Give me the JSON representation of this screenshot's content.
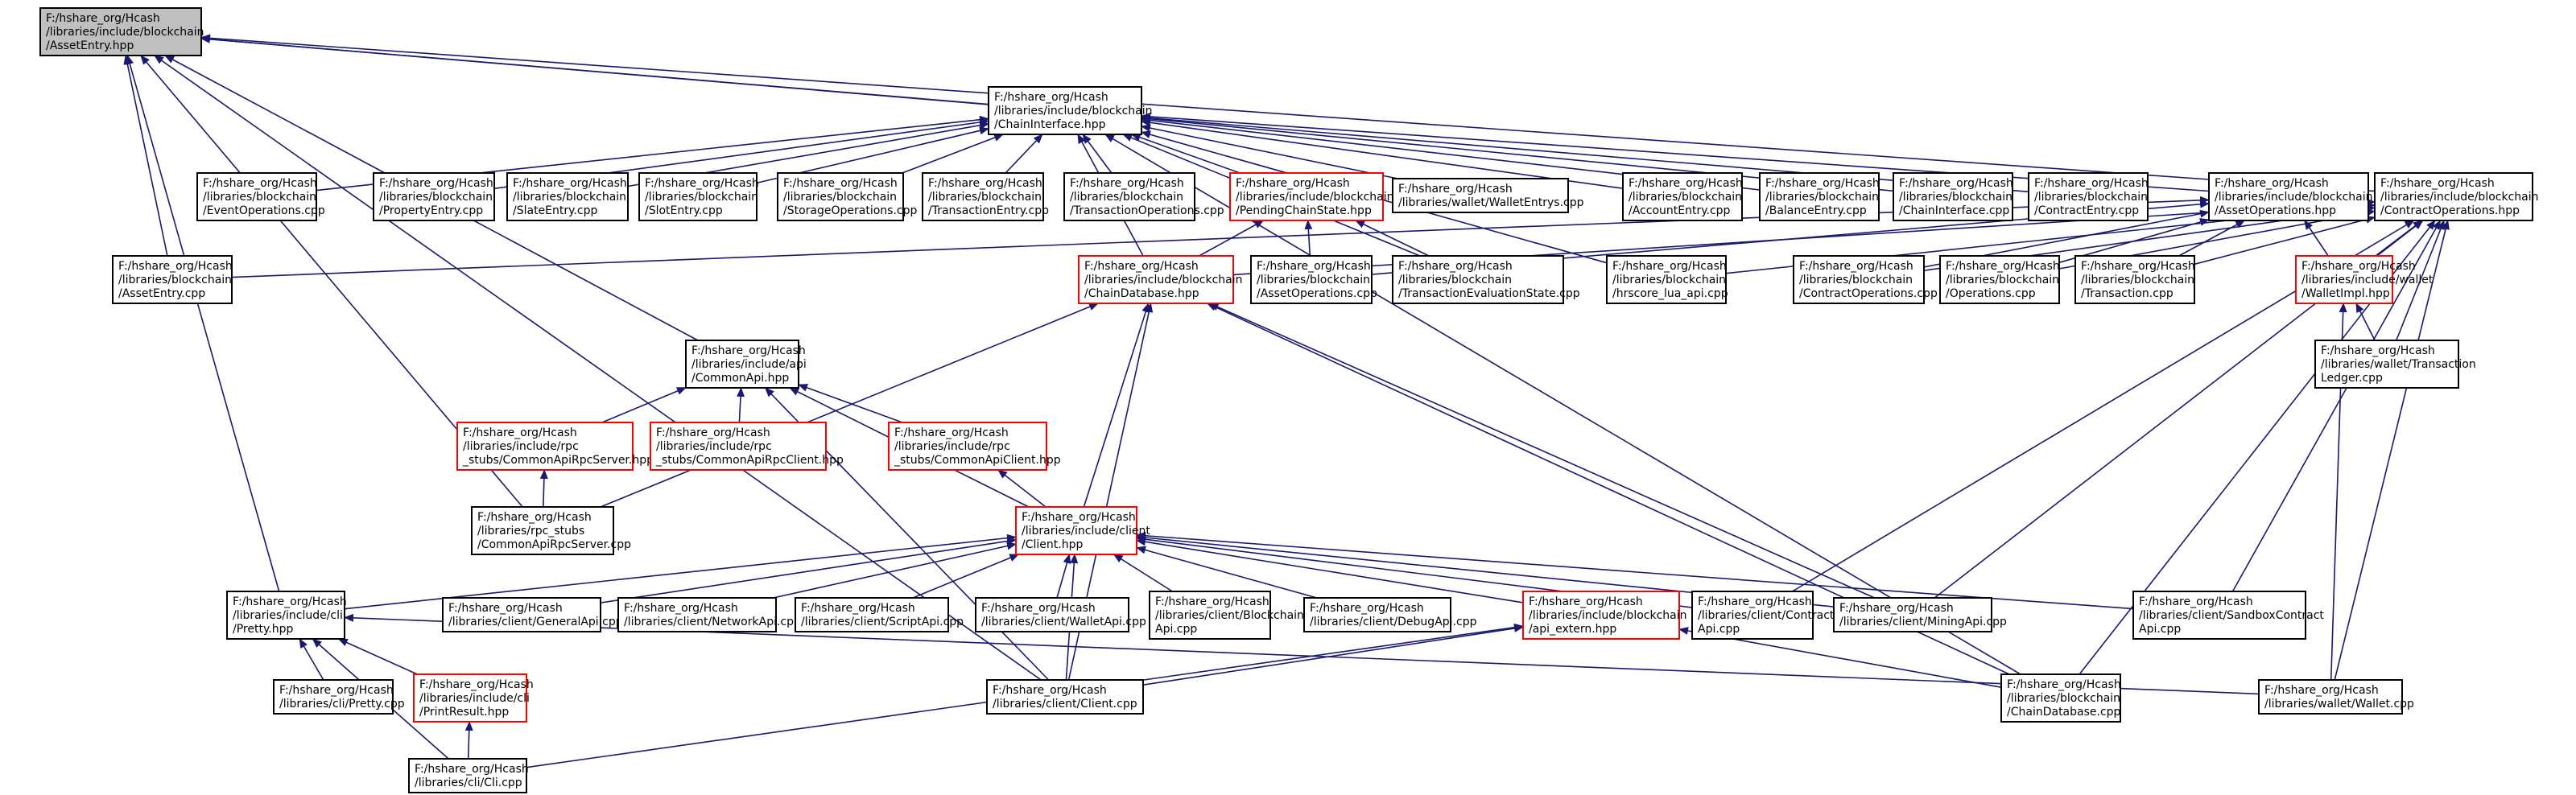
{
  "colors": {
    "edge": "#191970",
    "border_default": "#000000",
    "border_truncated": "#ff0000",
    "fill_default": "#ffffff",
    "fill_root": "#bfbfbf"
  },
  "graph": {
    "nodes": [
      {
        "id": "assetentry_hpp",
        "style": "root",
        "lines": [
          "F:/hshare_org/Hcash",
          "/libraries/include/blockchain",
          "/AssetEntry.hpp"
        ]
      },
      {
        "id": "chaininterface_hpp",
        "style": "normal",
        "lines": [
          "F:/hshare_org/Hcash",
          "/libraries/include/blockchain",
          "/ChainInterface.hpp"
        ]
      },
      {
        "id": "eventoperations_cpp",
        "style": "normal",
        "lines": [
          "F:/hshare_org/Hcash",
          "/libraries/blockchain",
          "/EventOperations.cpp"
        ]
      },
      {
        "id": "propertyentry_cpp",
        "style": "normal",
        "lines": [
          "F:/hshare_org/Hcash",
          "/libraries/blockchain",
          "/PropertyEntry.cpp"
        ]
      },
      {
        "id": "slateentry_cpp",
        "style": "normal",
        "lines": [
          "F:/hshare_org/Hcash",
          "/libraries/blockchain",
          "/SlateEntry.cpp"
        ]
      },
      {
        "id": "slotentry_cpp",
        "style": "normal",
        "lines": [
          "F:/hshare_org/Hcash",
          "/libraries/blockchain",
          "/SlotEntry.cpp"
        ]
      },
      {
        "id": "storageoperations_cpp",
        "style": "normal",
        "lines": [
          "F:/hshare_org/Hcash",
          "/libraries/blockchain",
          "/StorageOperations.cpp"
        ]
      },
      {
        "id": "transactionentry_cpp",
        "style": "normal",
        "lines": [
          "F:/hshare_org/Hcash",
          "/libraries/blockchain",
          "/TransactionEntry.cpp"
        ]
      },
      {
        "id": "transactionoperations_cpp",
        "style": "normal",
        "lines": [
          "F:/hshare_org/Hcash",
          "/libraries/blockchain",
          "/TransactionOperations.cpp"
        ]
      },
      {
        "id": "pendingchainstate_hpp",
        "style": "truncated",
        "lines": [
          "F:/hshare_org/Hcash",
          "/libraries/include/blockchain",
          "/PendingChainState.hpp"
        ]
      },
      {
        "id": "walletentrys_cpp",
        "style": "normal",
        "lines": [
          "F:/hshare_org/Hcash",
          "/libraries/wallet/WalletEntrys.cpp"
        ]
      },
      {
        "id": "accountentry_cpp",
        "style": "normal",
        "lines": [
          "F:/hshare_org/Hcash",
          "/libraries/blockchain",
          "/AccountEntry.cpp"
        ]
      },
      {
        "id": "balanceentry_cpp",
        "style": "normal",
        "lines": [
          "F:/hshare_org/Hcash",
          "/libraries/blockchain",
          "/BalanceEntry.cpp"
        ]
      },
      {
        "id": "chaininterface_cpp",
        "style": "normal",
        "lines": [
          "F:/hshare_org/Hcash",
          "/libraries/blockchain",
          "/ChainInterface.cpp"
        ]
      },
      {
        "id": "contractentry_cpp",
        "style": "normal",
        "lines": [
          "F:/hshare_org/Hcash",
          "/libraries/blockchain",
          "/ContractEntry.cpp"
        ]
      },
      {
        "id": "assetoperations_hpp",
        "style": "normal",
        "lines": [
          "F:/hshare_org/Hcash",
          "/libraries/include/blockchain",
          "/AssetOperations.hpp"
        ]
      },
      {
        "id": "contractoperations_hpp",
        "style": "normal",
        "lines": [
          "F:/hshare_org/Hcash",
          "/libraries/include/blockchain",
          "/ContractOperations.hpp"
        ]
      },
      {
        "id": "assetentry_cpp",
        "style": "normal",
        "lines": [
          "F:/hshare_org/Hcash",
          "/libraries/blockchain",
          "/AssetEntry.cpp"
        ]
      },
      {
        "id": "chaindatabase_hpp",
        "style": "truncated",
        "lines": [
          "F:/hshare_org/Hcash",
          "/libraries/include/blockchain",
          "/ChainDatabase.hpp"
        ]
      },
      {
        "id": "assetoperations_cpp",
        "style": "normal",
        "lines": [
          "F:/hshare_org/Hcash",
          "/libraries/blockchain",
          "/AssetOperations.cpp"
        ]
      },
      {
        "id": "transactionevaluationstate_cpp",
        "style": "normal",
        "lines": [
          "F:/hshare_org/Hcash",
          "/libraries/blockchain",
          "/TransactionEvaluationState.cpp"
        ]
      },
      {
        "id": "hrscore_lua_api_cpp",
        "style": "normal",
        "lines": [
          "F:/hshare_org/Hcash",
          "/libraries/blockchain",
          "/hrscore_lua_api.cpp"
        ]
      },
      {
        "id": "contractoperations_cpp",
        "style": "normal",
        "lines": [
          "F:/hshare_org/Hcash",
          "/libraries/blockchain",
          "/ContractOperations.cpp"
        ]
      },
      {
        "id": "operations_cpp",
        "style": "normal",
        "lines": [
          "F:/hshare_org/Hcash",
          "/libraries/blockchain",
          "/Operations.cpp"
        ]
      },
      {
        "id": "transaction_cpp",
        "style": "normal",
        "lines": [
          "F:/hshare_org/Hcash",
          "/libraries/blockchain",
          "/Transaction.cpp"
        ]
      },
      {
        "id": "walletimpl_hpp",
        "style": "truncated",
        "lines": [
          "F:/hshare_org/Hcash",
          "/libraries/include/wallet",
          "/WalletImpl.hpp"
        ]
      },
      {
        "id": "transactionledger_cpp",
        "style": "normal",
        "lines": [
          "F:/hshare_org/Hcash",
          "/libraries/wallet/Transaction",
          "Ledger.cpp"
        ]
      },
      {
        "id": "commonapi_hpp",
        "style": "normal",
        "lines": [
          "F:/hshare_org/Hcash",
          "/libraries/include/api",
          "/CommonApi.hpp"
        ]
      },
      {
        "id": "commonapirpcserver_hpp",
        "style": "truncated",
        "lines": [
          "F:/hshare_org/Hcash",
          "/libraries/include/rpc",
          "_stubs/CommonApiRpcServer.hpp"
        ]
      },
      {
        "id": "commonapirpcclient_hpp",
        "style": "truncated",
        "lines": [
          "F:/hshare_org/Hcash",
          "/libraries/include/rpc",
          "_stubs/CommonApiRpcClient.hpp"
        ]
      },
      {
        "id": "commonapiclient_hpp",
        "style": "truncated",
        "lines": [
          "F:/hshare_org/Hcash",
          "/libraries/include/rpc",
          "_stubs/CommonApiClient.hpp"
        ]
      },
      {
        "id": "commonapirpcserver_cpp",
        "style": "normal",
        "lines": [
          "F:/hshare_org/Hcash",
          "/libraries/rpc_stubs",
          "/CommonApiRpcServer.cpp"
        ]
      },
      {
        "id": "client_hpp",
        "style": "truncated",
        "lines": [
          "F:/hshare_org/Hcash",
          "/libraries/include/client",
          "/Client.hpp"
        ]
      },
      {
        "id": "pretty_hpp",
        "style": "normal",
        "lines": [
          "F:/hshare_org/Hcash",
          "/libraries/include/cli",
          "/Pretty.hpp"
        ]
      },
      {
        "id": "generalapi_cpp",
        "style": "normal",
        "lines": [
          "F:/hshare_org/Hcash",
          "/libraries/client/GeneralApi.cpp"
        ]
      },
      {
        "id": "networkapi_cpp",
        "style": "normal",
        "lines": [
          "F:/hshare_org/Hcash",
          "/libraries/client/NetworkApi.cpp"
        ]
      },
      {
        "id": "scriptapi_cpp",
        "style": "normal",
        "lines": [
          "F:/hshare_org/Hcash",
          "/libraries/client/ScriptApi.cpp"
        ]
      },
      {
        "id": "walletapi_cpp",
        "style": "normal",
        "lines": [
          "F:/hshare_org/Hcash",
          "/libraries/client/WalletApi.cpp"
        ]
      },
      {
        "id": "blockchainapi_cpp",
        "style": "normal",
        "lines": [
          "F:/hshare_org/Hcash",
          "/libraries/client/Blockchain",
          "Api.cpp"
        ]
      },
      {
        "id": "debugapi_cpp",
        "style": "normal",
        "lines": [
          "F:/hshare_org/Hcash",
          "/libraries/client/DebugApi.cpp"
        ]
      },
      {
        "id": "api_extern_hpp",
        "style": "truncated",
        "lines": [
          "F:/hshare_org/Hcash",
          "/libraries/include/blockchain",
          "/api_extern.hpp"
        ]
      },
      {
        "id": "contractapi_cpp",
        "style": "normal",
        "lines": [
          "F:/hshare_org/Hcash",
          "/libraries/client/Contract",
          "Api.cpp"
        ]
      },
      {
        "id": "miningapi_cpp",
        "style": "normal",
        "lines": [
          "F:/hshare_org/Hcash",
          "/libraries/client/MiningApi.cpp"
        ]
      },
      {
        "id": "sandboxcontractapi_cpp",
        "style": "normal",
        "lines": [
          "F:/hshare_org/Hcash",
          "/libraries/client/SandboxContract",
          "Api.cpp"
        ]
      },
      {
        "id": "pretty_cpp",
        "style": "normal",
        "lines": [
          "F:/hshare_org/Hcash",
          "/libraries/cli/Pretty.cpp"
        ]
      },
      {
        "id": "printresult_hpp",
        "style": "truncated",
        "lines": [
          "F:/hshare_org/Hcash",
          "/libraries/include/cli",
          "/PrintResult.hpp"
        ]
      },
      {
        "id": "client_cpp",
        "style": "normal",
        "lines": [
          "F:/hshare_org/Hcash",
          "/libraries/client/Client.cpp"
        ]
      },
      {
        "id": "chaindatabase_cpp",
        "style": "normal",
        "lines": [
          "F:/hshare_org/Hcash",
          "/libraries/blockchain",
          "/ChainDatabase.cpp"
        ]
      },
      {
        "id": "wallet_cpp",
        "style": "normal",
        "lines": [
          "F:/hshare_org/Hcash",
          "/libraries/wallet/Wallet.cpp"
        ]
      },
      {
        "id": "cli_cpp",
        "style": "normal",
        "lines": [
          "F:/hshare_org/Hcash",
          "/libraries/cli/Cli.cpp"
        ]
      }
    ],
    "edges": [
      [
        "chaininterface_hpp",
        "assetentry_hpp"
      ],
      [
        "assetentry_cpp",
        "assetentry_hpp"
      ],
      [
        "commonapi_hpp",
        "assetentry_hpp"
      ],
      [
        "commonapirpcserver_cpp",
        "assetentry_hpp"
      ],
      [
        "pretty_hpp",
        "assetentry_hpp"
      ],
      [
        "contractoperations_hpp",
        "assetentry_hpp"
      ],
      [
        "contractentry_cpp",
        "assetentry_hpp"
      ],
      [
        "client_cpp",
        "assetentry_hpp"
      ],
      [
        "eventoperations_cpp",
        "chaininterface_hpp"
      ],
      [
        "propertyentry_cpp",
        "chaininterface_hpp"
      ],
      [
        "slateentry_cpp",
        "chaininterface_hpp"
      ],
      [
        "slotentry_cpp",
        "chaininterface_hpp"
      ],
      [
        "storageoperations_cpp",
        "chaininterface_hpp"
      ],
      [
        "transactionentry_cpp",
        "chaininterface_hpp"
      ],
      [
        "transactionoperations_cpp",
        "chaininterface_hpp"
      ],
      [
        "pendingchainstate_hpp",
        "chaininterface_hpp"
      ],
      [
        "walletentrys_cpp",
        "chaininterface_hpp"
      ],
      [
        "accountentry_cpp",
        "chaininterface_hpp"
      ],
      [
        "balanceentry_cpp",
        "chaininterface_hpp"
      ],
      [
        "chaininterface_cpp",
        "chaininterface_hpp"
      ],
      [
        "assetoperations_hpp",
        "chaininterface_hpp"
      ],
      [
        "chaindatabase_hpp",
        "chaininterface_hpp"
      ],
      [
        "transactionevaluationstate_cpp",
        "chaininterface_hpp"
      ],
      [
        "hrscore_lua_api_cpp",
        "chaininterface_hpp"
      ],
      [
        "chaindatabase_cpp",
        "chaininterface_hpp"
      ],
      [
        "chaindatabase_hpp",
        "pendingchainstate_hpp"
      ],
      [
        "assetoperations_cpp",
        "pendingchainstate_hpp"
      ],
      [
        "transactionevaluationstate_cpp",
        "pendingchainstate_hpp"
      ],
      [
        "assetentry_cpp",
        "assetoperations_hpp"
      ],
      [
        "assetoperations_cpp",
        "assetoperations_hpp"
      ],
      [
        "contractoperations_cpp",
        "assetoperations_hpp"
      ],
      [
        "operations_cpp",
        "assetoperations_hpp"
      ],
      [
        "transaction_cpp",
        "assetoperations_hpp"
      ],
      [
        "walletimpl_hpp",
        "assetoperations_hpp"
      ],
      [
        "chaindatabase_hpp",
        "contractoperations_hpp"
      ],
      [
        "hrscore_lua_api_cpp",
        "contractoperations_hpp"
      ],
      [
        "contractoperations_cpp",
        "contractoperations_hpp"
      ],
      [
        "operations_cpp",
        "contractoperations_hpp"
      ],
      [
        "transaction_cpp",
        "contractoperations_hpp"
      ],
      [
        "walletimpl_hpp",
        "contractoperations_hpp"
      ],
      [
        "transactionledger_cpp",
        "contractoperations_hpp"
      ],
      [
        "contractapi_cpp",
        "contractoperations_hpp"
      ],
      [
        "miningapi_cpp",
        "contractoperations_hpp"
      ],
      [
        "sandboxcontractapi_cpp",
        "contractoperations_hpp"
      ],
      [
        "chaindatabase_cpp",
        "contractoperations_hpp"
      ],
      [
        "wallet_cpp",
        "contractoperations_hpp"
      ],
      [
        "transactionledger_cpp",
        "walletimpl_hpp"
      ],
      [
        "wallet_cpp",
        "walletimpl_hpp"
      ],
      [
        "client_hpp",
        "chaindatabase_hpp"
      ],
      [
        "commonapirpcserver_cpp",
        "chaindatabase_hpp"
      ],
      [
        "client_cpp",
        "chaindatabase_hpp"
      ],
      [
        "chaindatabase_cpp",
        "chaindatabase_hpp"
      ],
      [
        "miningapi_cpp",
        "chaindatabase_hpp"
      ],
      [
        "commonapirpcserver_hpp",
        "commonapi_hpp"
      ],
      [
        "commonapirpcclient_hpp",
        "commonapi_hpp"
      ],
      [
        "commonapiclient_hpp",
        "commonapi_hpp"
      ],
      [
        "client_hpp",
        "commonapi_hpp"
      ],
      [
        "client_cpp",
        "commonapi_hpp"
      ],
      [
        "commonapirpcserver_cpp",
        "commonapirpcserver_hpp"
      ],
      [
        "client_hpp",
        "commonapiclient_hpp"
      ],
      [
        "pretty_hpp",
        "client_hpp"
      ],
      [
        "generalapi_cpp",
        "client_hpp"
      ],
      [
        "networkapi_cpp",
        "client_hpp"
      ],
      [
        "scriptapi_cpp",
        "client_hpp"
      ],
      [
        "walletapi_cpp",
        "client_hpp"
      ],
      [
        "blockchainapi_cpp",
        "client_hpp"
      ],
      [
        "debugapi_cpp",
        "client_hpp"
      ],
      [
        "api_extern_hpp",
        "client_hpp"
      ],
      [
        "contractapi_cpp",
        "client_hpp"
      ],
      [
        "miningapi_cpp",
        "client_hpp"
      ],
      [
        "sandboxcontractapi_cpp",
        "client_hpp"
      ],
      [
        "client_cpp",
        "client_hpp"
      ],
      [
        "pretty_cpp",
        "pretty_hpp"
      ],
      [
        "printresult_hpp",
        "pretty_hpp"
      ],
      [
        "cli_cpp",
        "pretty_hpp"
      ],
      [
        "wallet_cpp",
        "pretty_hpp"
      ],
      [
        "cli_cpp",
        "printresult_hpp"
      ],
      [
        "client_cpp",
        "api_extern_hpp"
      ],
      [
        "chaindatabase_cpp",
        "api_extern_hpp"
      ],
      [
        "cli_cpp",
        "api_extern_hpp"
      ]
    ]
  }
}
